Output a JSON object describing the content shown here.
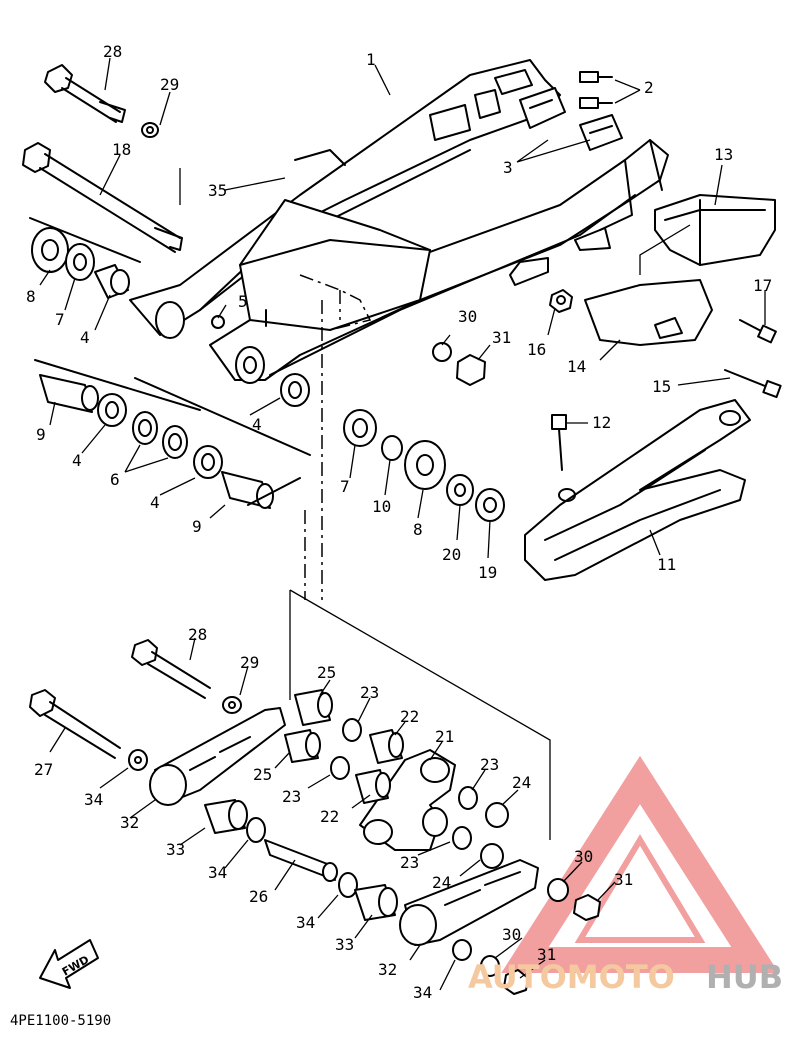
{
  "diagram_code": "4PE1100-5190",
  "fwd_label": "FWD",
  "watermark": {
    "part1": "AUTOMOTO",
    "part2": "HUB",
    "color1": "#f5c9a0",
    "color2": "#b0b0b0",
    "triangle": "#f08f8f"
  },
  "callouts": {
    "c1": "1",
    "c2": "2",
    "c3": "3",
    "c4a": "4",
    "c4b": "4",
    "c4c": "4",
    "c4d": "4",
    "c5": "5",
    "c6": "6",
    "c7a": "7",
    "c7b": "7",
    "c8a": "8",
    "c8b": "8",
    "c9a": "9",
    "c9b": "9",
    "c10": "10",
    "c11": "11",
    "c12": "12",
    "c13": "13",
    "c14": "14",
    "c15": "15",
    "c16": "16",
    "c17": "17",
    "c18": "18",
    "c19": "19",
    "c20": "20",
    "c21": "21",
    "c22a": "22",
    "c22b": "22",
    "c23a": "23",
    "c23b": "23",
    "c23c": "23",
    "c23d": "23",
    "c24a": "24",
    "c24b": "24",
    "c25a": "25",
    "c25b": "25",
    "c26": "26",
    "c27": "27",
    "c28a": "28",
    "c28b": "28",
    "c29a": "29",
    "c29b": "29",
    "c30a": "30",
    "c30b": "30",
    "c30c": "30",
    "c31a": "31",
    "c31b": "31",
    "c31c": "31",
    "c32a": "32",
    "c32b": "32",
    "c33a": "33",
    "c33b": "33",
    "c34a": "34",
    "c34b": "34",
    "c34c": "34",
    "c34d": "34",
    "c35": "35"
  }
}
